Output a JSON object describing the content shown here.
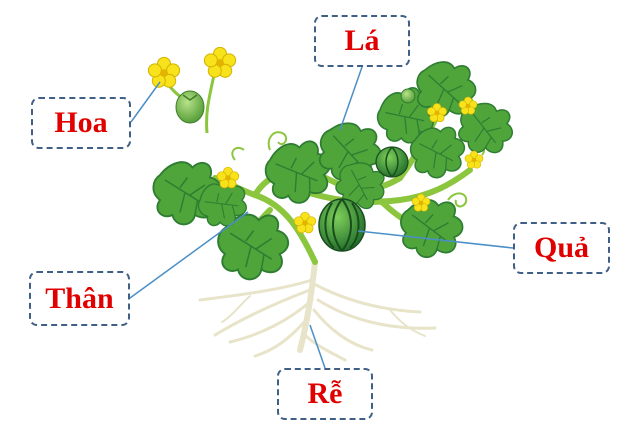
{
  "labels": {
    "leaf": "Lá",
    "flower": "Hoa",
    "fruit": "Quả",
    "stem": "Thân",
    "root": "Rễ"
  },
  "colors": {
    "label_text": "#e00000",
    "box_border": "#3f5f86",
    "pointer_line": "#4a8fc7",
    "leaf_green": "#4fa53a",
    "leaf_dark": "#2e7d32",
    "stem_green": "#8cc63f",
    "flower_yellow": "#f7e21b",
    "fruit_dark": "#1f6b2a",
    "root_beige": "#e8e4c9"
  },
  "icons": [
    "watermelon-plant-illustration",
    "flower-icon",
    "fruit-icon",
    "root-icon"
  ]
}
